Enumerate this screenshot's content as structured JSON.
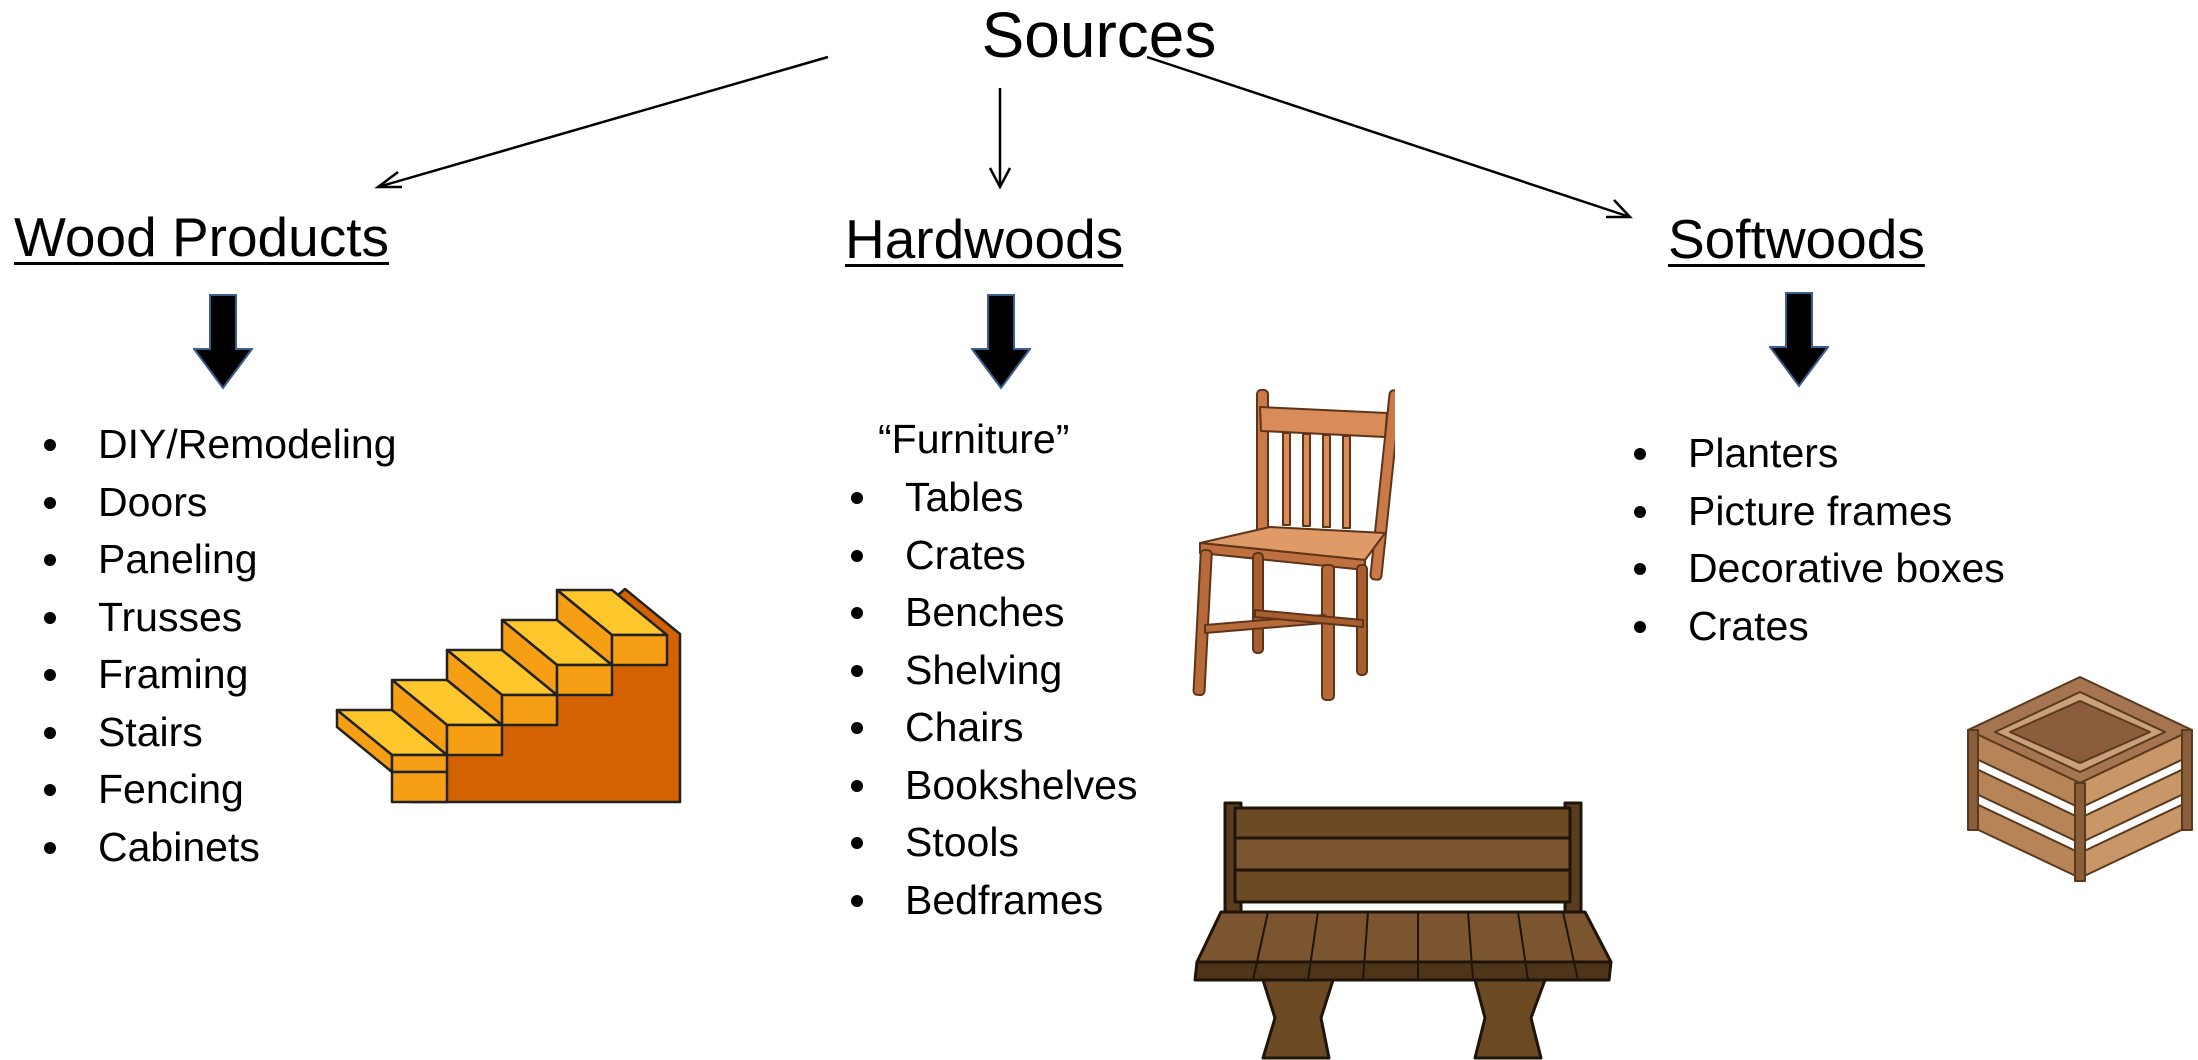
{
  "title": "Sources",
  "columns": [
    {
      "heading": "Wood Products",
      "items": [
        "DIY/Remodeling",
        "Doors",
        "Paneling",
        "Trusses",
        "Framing",
        "Stairs",
        "Fencing",
        "Cabinets"
      ],
      "picture": "stairs-icon"
    },
    {
      "heading": "Hardwoods",
      "subheading": "“Furniture”",
      "items": [
        "Tables",
        "Crates",
        "Benches",
        "Shelving",
        "Chairs",
        "Bookshelves",
        "Stools",
        "Bedframes"
      ],
      "pictures": [
        "chair-icon",
        "bench-icon"
      ]
    },
    {
      "heading": "Softwoods",
      "items": [
        "Planters",
        "Picture frames",
        "Decorative boxes",
        "Crates"
      ],
      "picture": "crate-icon"
    }
  ],
  "colors": {
    "stairs_step_top": "#FFC72C",
    "stairs_step_front": "#F79F14",
    "stairs_side": "#D56200",
    "chair_wood": "#D98B5A",
    "bench_wood": "#6B4A24",
    "crate_wood": "#A47550"
  }
}
